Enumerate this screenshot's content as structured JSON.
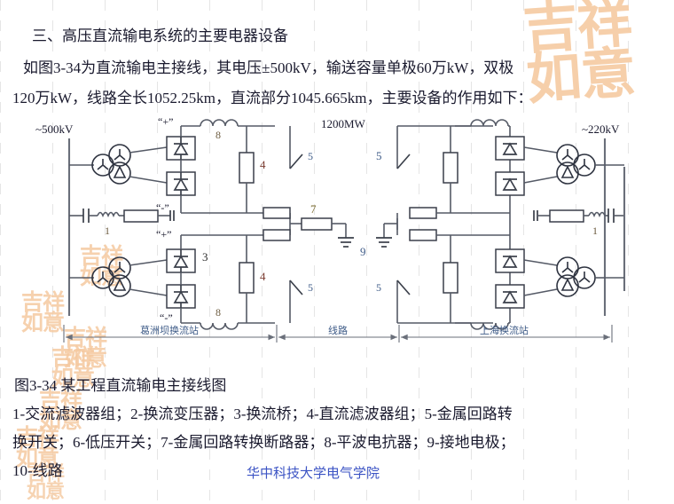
{
  "page": {
    "heading": "三、高压直流输电系统的主要电器设备",
    "para_line1": "如图3-34为直流输电主接线，其电压±500kV，输送容量单极60万kW，双极",
    "para_line2": "120万kW，线路全长1052.25km，直流部分1045.665km，主要设备的作用如下：",
    "figure_caption": "图3-34   某工程直流输电主接线图",
    "legend_line1": "1-交流滤波器组；2-换流变压器；3-换流桥；4-直流滤波器组；5-金属回路转",
    "legend_line2": "换开关；6-低压开关；7-金属回路转换断路器；8-平波电抗器；9-接地电极；",
    "legend_line3": "10-线路",
    "footer": "华中科技大学电气学院",
    "footer_color": "#3b53c4"
  },
  "watermark": {
    "row1": "吉祥",
    "row2": "如意",
    "color": "#f5c9a0"
  },
  "diagram": {
    "title": "1200MW",
    "left_bus_label": "~500kV",
    "right_bus_label": "~220kV",
    "pole_pos_top": "“+”",
    "pole_neg_mid_upper": "“-”",
    "pole_pos_mid_lower": "“+”",
    "pole_neg_bottom": "“-”",
    "item_labels": {
      "ac_filter_left": "1",
      "ac_filter_right": "1",
      "converter_bridge": "3",
      "dc_filter_upper_left": "4",
      "dc_filter_lower_left": "4",
      "smoothing_reactor_top": "8",
      "smoothing_reactor_bottom": "8",
      "mrtb_switch_upper_left": "5",
      "mrtb_switch_lower_left": "5",
      "mrtb_switch_upper_right": "5",
      "mrtb_switch_lower_right": "5",
      "mrtb_breaker": "7",
      "ground_electrode": "9"
    },
    "label_colors": {
      "n1": "#6b5a3e",
      "n3": "#2b2b2b",
      "n4": "#7a3b30",
      "n5": "#3f5c88",
      "n7": "#7a6b2e",
      "n8": "#6b5a3e",
      "n9": "#3f5c88"
    },
    "spans": [
      {
        "label": "葛洲坝换流站",
        "from": 72,
        "to": 312
      },
      {
        "label": "线路",
        "from": 312,
        "to": 450
      },
      {
        "label": "上海换流站",
        "from": 450,
        "to": 690
      }
    ]
  }
}
